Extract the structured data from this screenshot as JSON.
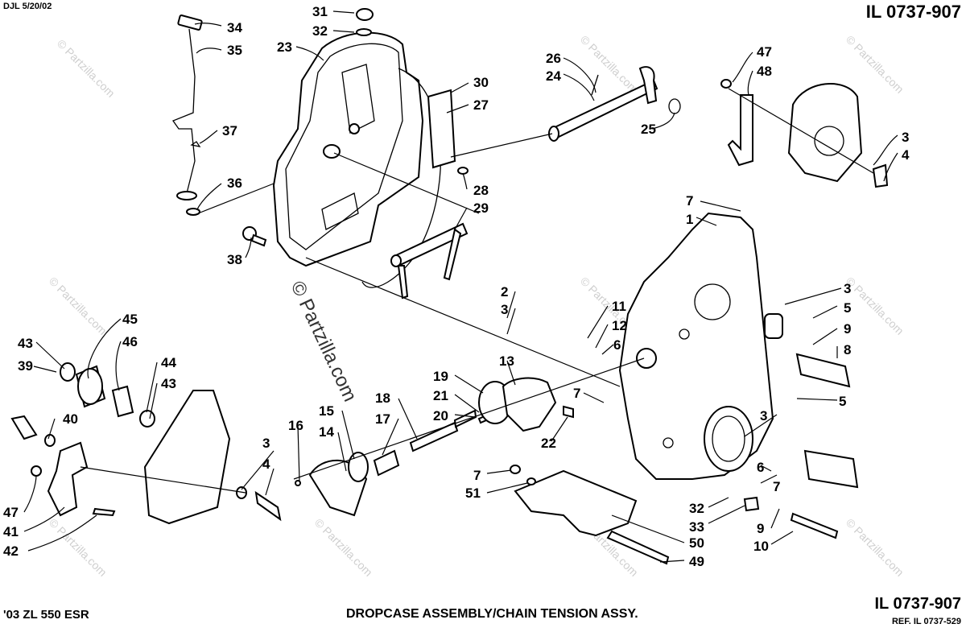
{
  "header": {
    "code": "DJL 5/20/02",
    "illustration": "IL 0737-907"
  },
  "footer": {
    "model": "'03 ZL 550 ESR",
    "title": "DROPCASE ASSEMBLY/CHAIN TENSION ASSY.",
    "illustration": "IL 0737-907",
    "reference": "REF. IL 0737-529"
  },
  "watermark": {
    "text": "© Partzilla.com",
    "small": "© Partzilla.com"
  },
  "callouts": [
    "34",
    "35",
    "37",
    "36",
    "31",
    "32",
    "23",
    "26",
    "24",
    "30",
    "27",
    "25",
    "28",
    "29",
    "38",
    "47",
    "48",
    "3",
    "4",
    "7",
    "1",
    "2",
    "3",
    "11",
    "12",
    "6",
    "3",
    "5",
    "9",
    "8",
    "13",
    "19",
    "21",
    "20",
    "22",
    "7",
    "5",
    "3",
    "6",
    "7",
    "18",
    "17",
    "16",
    "15",
    "14",
    "3",
    "4",
    "45",
    "46",
    "43",
    "39",
    "44",
    "43",
    "40",
    "47",
    "41",
    "42",
    "7",
    "51",
    "32",
    "33",
    "9",
    "10",
    "50",
    "49"
  ]
}
